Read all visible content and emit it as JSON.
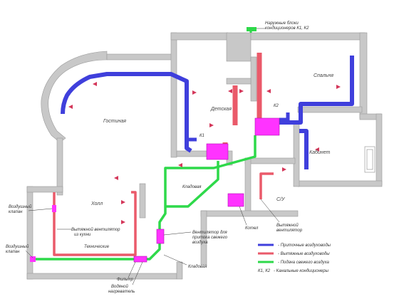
{
  "colors": {
    "wall": "#c8c8c8",
    "wall_stroke": "#9a9a9a",
    "supply": "#3f3fdc",
    "exhaust": "#ea5a6a",
    "fresh": "#2ed94a",
    "ac": "#ff33ff",
    "arrow": "#d4375a"
  },
  "rooms": {
    "living": "Гостиная",
    "dining": "Детская",
    "bedroom": "Спальня",
    "office": "Кабинет",
    "hall": "Холл",
    "wc": "С/У"
  },
  "labels": {
    "ac_units": [
      "Наружные блоки",
      "кондиционеров К1, К2"
    ],
    "k1": "К1",
    "k2": "К2",
    "air_valve_top": [
      "Воздушный",
      "клапан"
    ],
    "air_valve_bottom": [
      "Воздушный",
      "клапан"
    ],
    "exhaust_fan": [
      "Вытяжной вентилятор",
      "из кухни"
    ],
    "storage": "Кладовая",
    "fresh_fan": [
      "Вентилятор для",
      "притока свежего",
      "воздуха"
    ],
    "boiler": "Котел",
    "wc_fan": [
      "Вытяжной",
      "вентилятор"
    ],
    "technical": "Технические",
    "utility": "Кладовая",
    "filter": "Фильтр",
    "heater": [
      "Водяной",
      "нагреватель"
    ]
  },
  "legend": [
    {
      "key": "supply",
      "text": "- Приточные воздуховоды"
    },
    {
      "key": "exhaust",
      "text": "- Вытяжные воздуховоды"
    },
    {
      "key": "fresh",
      "text": "- Подача свежего воздуха"
    },
    {
      "key": "ac_text",
      "label": "К1, К2",
      "text": "- Канальные кондиционеры"
    }
  ]
}
